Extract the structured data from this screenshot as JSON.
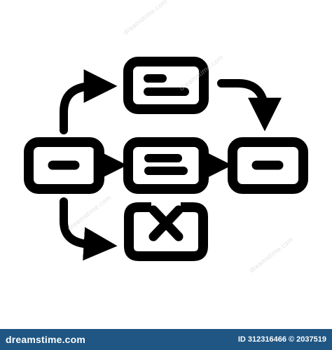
{
  "icon": {
    "name": "workflow-process-icon",
    "stroke_color": "#000000",
    "background_color": "#ffffff"
  },
  "watermark": {
    "text": "dreamstime.com"
  },
  "footer": {
    "brand": "dreamstime.com",
    "image_id": "ID 312316466 © 2037519",
    "background_color": "#1f5683"
  }
}
